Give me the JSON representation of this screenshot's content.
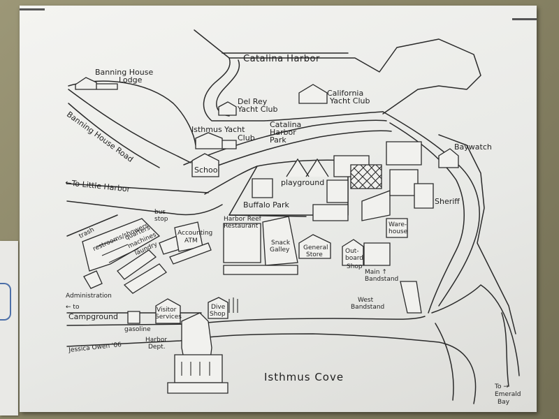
{
  "map": {
    "labels": {
      "catalina_harbor": "Catalina Harbor",
      "banning_house_lodge_1": "Banning House",
      "banning_house_lodge_2": "Lodge",
      "banning_house_road": "Banning House Road",
      "california_yacht_club_1": "California",
      "california_yacht_club_2": "Yacht Club",
      "del_rey_yacht_club_1": "Del Rey",
      "del_rey_yacht_club_2": "Yacht Club",
      "catalina_harbor_park_1": "Catalina",
      "catalina_harbor_park_2": "Harbor",
      "catalina_harbor_park_3": "Park",
      "isthmus_yacht_club_1": "Isthmus Yacht",
      "isthmus_yacht_club_2": "Club",
      "school": "School",
      "to_little_harbor": "To Little Harbor",
      "playground": "playground",
      "buffalo_park": "Buffalo Park",
      "baywatch": "Baywatch",
      "sheriff": "Sheriff",
      "warehouse_1": "Ware-",
      "warehouse_2": "house",
      "trash": "trash",
      "restrooms": "restrooms/showers",
      "quarters": "quarters",
      "machines": "machines",
      "laundry": "laundry",
      "bus_stop_1": "bus",
      "bus_stop_2": "stop",
      "accounting_1": "Accounting",
      "accounting_2": "ATM",
      "harbor_reef_1": "Harbor Reef",
      "harbor_reef_2": "Restaurant",
      "snack_galley_1": "Snack",
      "snack_galley_2": "Galley",
      "general_store_1": "General",
      "general_store_2": "Store",
      "outboard_shop_1": "Out-",
      "outboard_shop_2": "board",
      "outboard_shop_3": "Shop",
      "main_bandstand_1": "Main",
      "main_bandstand_2": "Bandstand",
      "west_bandstand_1": "West",
      "west_bandstand_2": "Bandstand",
      "administration": "Administration",
      "to_campground_1": "to",
      "to_campground_2": "Campground",
      "visitor_services_1": "Visitor",
      "visitor_services_2": "Services",
      "dive_shop_1": "Dive",
      "dive_shop_2": "Shop",
      "gasoline": "gasoline",
      "harbor_dept_1": "Harbor",
      "harbor_dept_2": "Dept.",
      "signature": "Jessica Owen '06",
      "isthmus_cove": "Isthmus Cove",
      "to_emerald_1": "To",
      "to_emerald_2": "Emerald",
      "to_emerald_3": "Bay"
    },
    "arrows": {
      "left": "←",
      "right": "→",
      "up": "↑"
    }
  }
}
